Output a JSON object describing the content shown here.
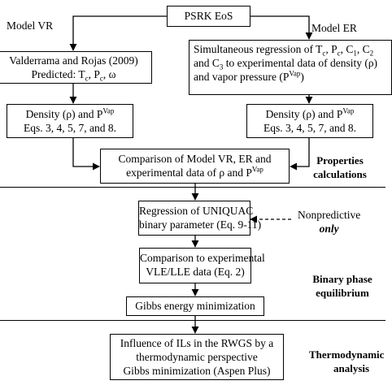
{
  "top_box": {
    "label": "PSRK EoS"
  },
  "model_vr_label": "Model VR",
  "model_er_label": "Model ER",
  "vr_box": {
    "line1": "Valderrama and Rojas (2009)",
    "line2_prefix": "Predicted: T",
    "line2_sub1": "c",
    "line2_mid": ", P",
    "line2_sub2": "c",
    "line2_end": ", ω"
  },
  "er_box": {
    "line1_prefix": "Simultaneous regression of T",
    "line1_sub1": "c",
    "line1_a": ", P",
    "line1_sub2": "c",
    "line1_b": ", C",
    "line1_sub3": "1",
    "line1_c": ", C",
    "line1_sub4": "2",
    "line2_prefix": "and C",
    "line2_sub": "3",
    "line2_rest": " to experimental data of density  (ρ)",
    "line3_prefix": "and vapor pressure (P",
    "line3_sup": "Vap",
    "line3_end": ")"
  },
  "density_vr": {
    "line1_prefix": "Density (ρ) and P",
    "line1_sup": "Vap",
    "line2": "Eqs. 3, 4, 5, 7, and 8."
  },
  "density_er": {
    "line1_prefix": "Density (ρ) and P",
    "line1_sup": "Vap",
    "line2": "Eqs. 3, 4, 5, 7, and 8."
  },
  "comparison_box": {
    "line1": "Comparison of Model VR, ER and",
    "line2_prefix": "experimental data of ρ and P",
    "line2_sup": "Vap"
  },
  "section1": {
    "line1": "Properties",
    "line2": "calculations"
  },
  "uniquac_box": {
    "line1": "Regression of UNIQUAC",
    "line2": "binary parameter (Eq. 9-11)"
  },
  "nonpredictive": {
    "line1": "Nonpredictive",
    "line2": "only"
  },
  "vle_box": {
    "line1": "Comparison to experimental",
    "line2": "VLE/LLE data (Eq. 2)"
  },
  "gibbs_box": {
    "label": "Gibbs energy minimization"
  },
  "section2": {
    "line1": "Binary phase",
    "line2": "equilibrium"
  },
  "rwgs_box": {
    "line1": "Influence of ILs in the RWGS by a",
    "line2": "thermodynamic perspective",
    "line3": "Gibbs minimization (Aspen Plus)"
  },
  "section3": {
    "line1": "Thermodynamic",
    "line2": "analysis"
  }
}
